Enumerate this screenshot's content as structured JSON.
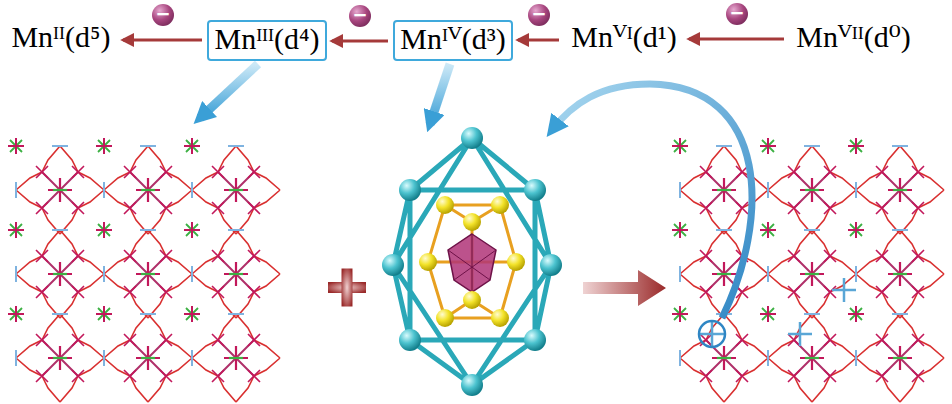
{
  "diagram": {
    "nodes": [
      {
        "text": [
          "Mnᴵᴵ(d⁵)"
        ]
      },
      {
        "text": [
          "Mnᴵᴵᴵ(d⁴)"
        ]
      },
      {
        "text": [
          "Mnᴵⱽ(d³)"
        ]
      },
      {
        "text": [
          "Mnⱽᴵ(d¹)"
        ]
      },
      {
        "text": [
          "Mnⱽᴵᴵ(d⁰)"
        ]
      }
    ],
    "edges": [
      {
        "from": 1,
        "to": 0,
        "arrow": "to"
      },
      {
        "from": 2,
        "to": 1,
        "arrow": "to"
      },
      {
        "from": 3,
        "to": 2,
        "arrow": "to"
      },
      {
        "from": 4,
        "to": 3,
        "arrow": "to"
      }
    ],
    "labels": [
      "−",
      "−",
      "−",
      "−"
    ]
  }
}
